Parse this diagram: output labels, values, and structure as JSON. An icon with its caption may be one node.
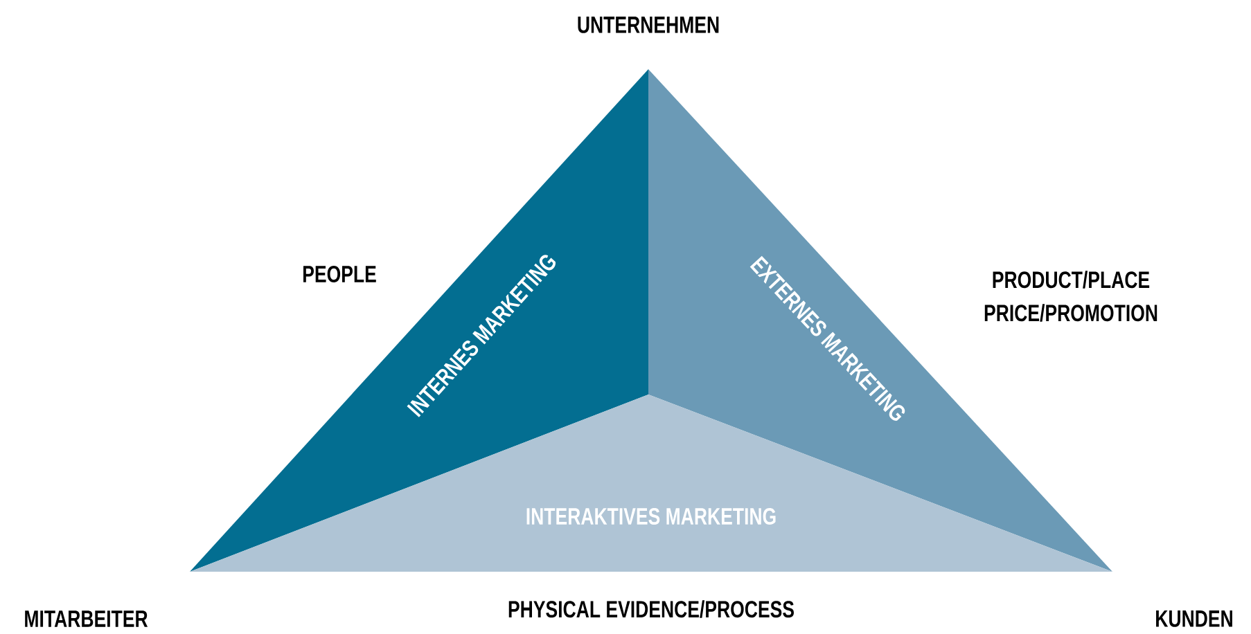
{
  "diagram": {
    "nodes": [
      {
        "text": [
          "INTERNES MARKETING"
        ]
      },
      {
        "text": [
          "EXTERNES MARKETING"
        ]
      },
      {
        "text": [
          "INTERAKTIVES MARKETING"
        ]
      }
    ],
    "labels": [
      "UNTERNEHMEN",
      "PEOPLE",
      "PRODUCT/PLACE PRICE/PROMOTION",
      "MITARBEITER",
      "PHYSICAL EVIDENCE/PROCESS",
      "KUNDEN"
    ]
  }
}
